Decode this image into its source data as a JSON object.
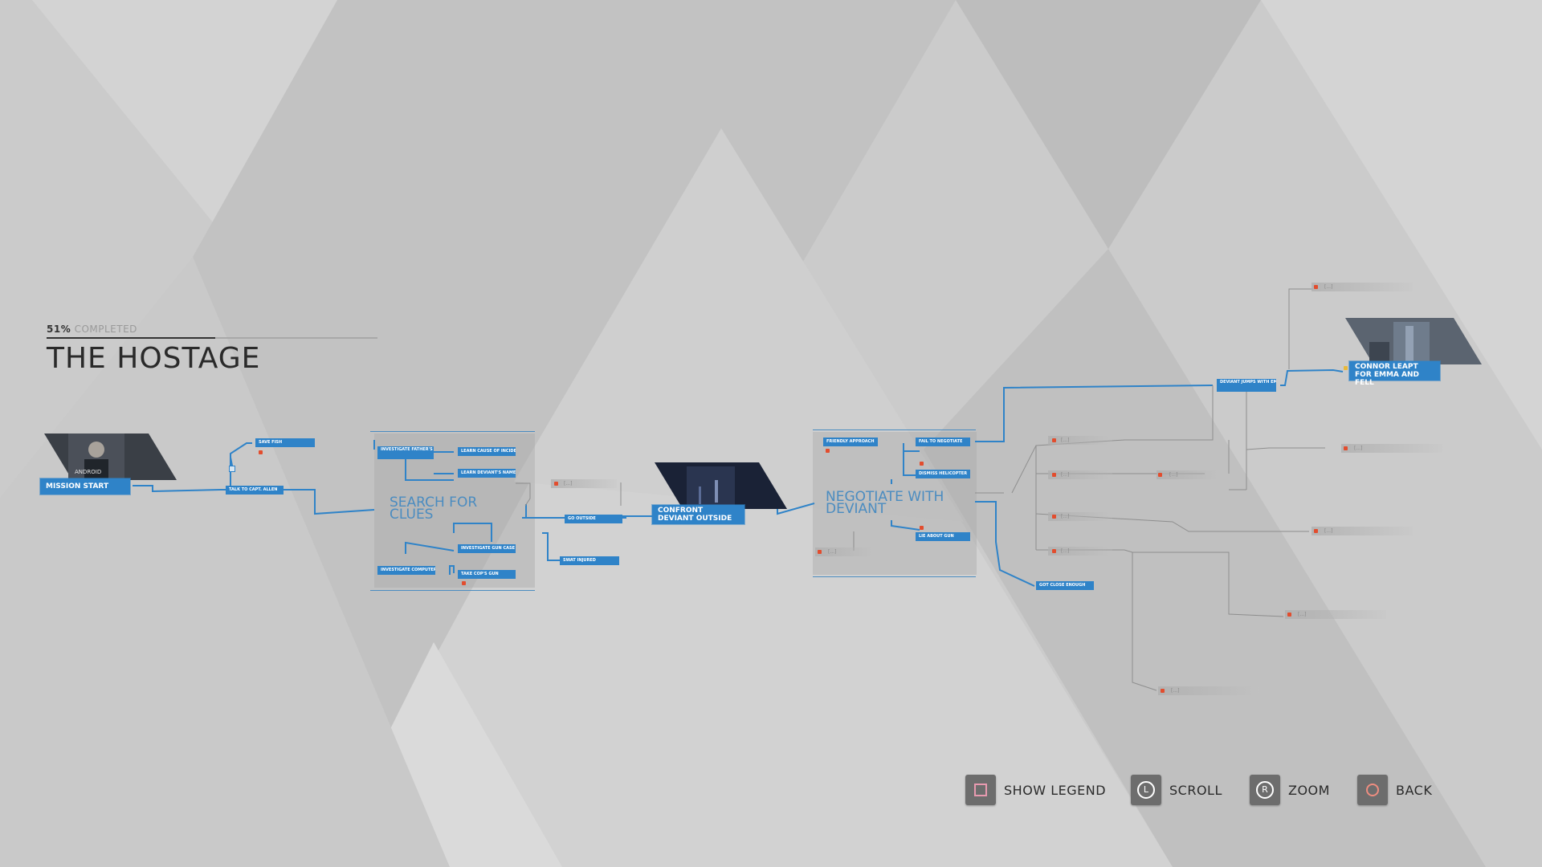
{
  "progress": {
    "percent": "51%",
    "label": "COMPLETED",
    "value": 0.51
  },
  "chapter_title": "THE HOSTAGE",
  "milestones": {
    "mission_start": "MISSION START",
    "confront": "CONFRONT DEVIANT OUTSIDE",
    "ending": "CONNOR LEAPT FOR EMMA AND FELL"
  },
  "thumbnail_captions": {
    "mission_start": "ANDROID"
  },
  "chapters": {
    "search": "SEARCH FOR CLUES",
    "negotiate": "NEGOTIATE WITH DEVIANT"
  },
  "nodes": {
    "save_fish": "SAVE FISH",
    "talk_to_allen": "TALK TO CAPT. ALLEN",
    "investigate_father": "INVESTIGATE FATHER'S BODY",
    "learn_cause": "LEARN CAUSE OF INCIDENT",
    "learn_name": "LEARN DEVIANT'S NAME",
    "investigate_gun": "INVESTIGATE GUN CASE",
    "investigate_computer": "INVESTIGATE COMPUTER",
    "take_cops_gun": "TAKE COP'S GUN",
    "go_outside": "GO OUTSIDE",
    "swat_injured": "SWAT INJURED",
    "friendly_approach": "FRIENDLY APPROACH",
    "fail_to_negotiate": "FAIL TO NEGOTIATE",
    "dismiss_helicopter": "DISMISS HELICOPTER",
    "lie_about_gun": "LIE ABOUT GUN",
    "got_close": "GOT CLOSE ENOUGH",
    "deviant_jumps": "DEVIANT JUMPS WITH EMMA"
  },
  "locked_label": "[...]",
  "locked_short": "[...]",
  "controls": [
    {
      "label": "SHOW LEGEND",
      "symbol": "square-icon"
    },
    {
      "label": "SCROLL",
      "symbol": "L"
    },
    {
      "label": "ZOOM",
      "symbol": "R"
    },
    {
      "label": "BACK",
      "symbol": "circle-icon"
    }
  ],
  "colors": {
    "accent": "#2f83c8",
    "lock": "#e24d2e",
    "background": "#cbcbcb"
  }
}
